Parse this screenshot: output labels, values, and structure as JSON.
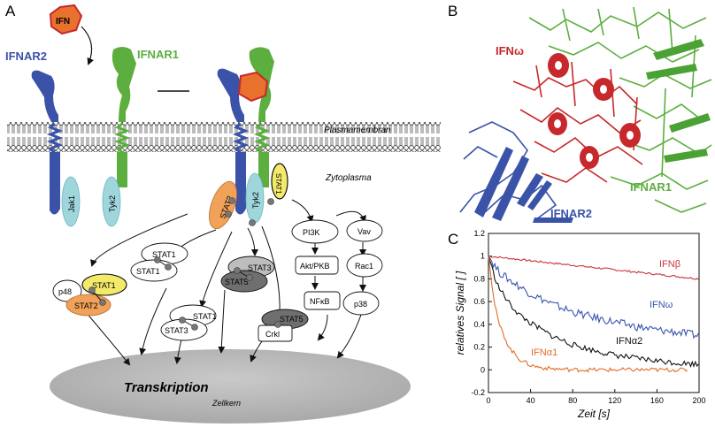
{
  "panel_a": {
    "letter": "A",
    "ifn": "IFN",
    "ifnar2": "IFNAR2",
    "ifnar1": "IFNAR1",
    "membrane": "Plasmamembran",
    "cytoplasm": "Zytoplasma",
    "jak1": "Jak1",
    "tyk2_left": "Tyk2",
    "tyk2_right": "Tyk2",
    "stat2_bound": "STAT2",
    "stat1_bound": "STAT1",
    "complex_isgf3": {
      "p48": "p48",
      "stat1": "STAT1",
      "stat2": "STAT2"
    },
    "complex_stat11": {
      "top": "STAT1",
      "bottom": "STAT1"
    },
    "complex_stat35": {
      "top": "STAT3",
      "bottom": "STAT5"
    },
    "complex_stat13": {
      "top": "STAT1",
      "bottom": "STAT3"
    },
    "complex_crkl": {
      "stat5": "STAT5",
      "crkl": "Crkl"
    },
    "pi3k": "PI3K",
    "akt": "Akt/PKB",
    "nfkb": "NFκB",
    "vav": "Vav",
    "rac1": "Rac1",
    "p38": "p38",
    "transkription": "Transkription",
    "zellkern": "Zellkern",
    "colors": {
      "ifnar2": "#3a52a8",
      "ifnar1": "#5cae3e",
      "ifn": "#e8712e",
      "jak": "#9fd6dc",
      "stat2": "#f0a15a",
      "stat1_yellow": "#f4ea6a",
      "nucleus": "#bdbdbd"
    }
  },
  "panel_b": {
    "letter": "B",
    "ifn_omega": "IFNω",
    "ifnar1": "IFNAR1",
    "ifnar2": "IFNAR2"
  },
  "panel_c": {
    "letter": "C",
    "chart_data": {
      "type": "line",
      "xlabel": "Zeit [s]",
      "ylabel": "relatives Signal [ ]",
      "xlim": [
        0,
        200
      ],
      "ylim": [
        -0.2,
        1.2
      ],
      "xticks": [
        0,
        40,
        80,
        120,
        160,
        200
      ],
      "yticks": [
        -0.2,
        0,
        0.2,
        0.4,
        0.6,
        0.8,
        1,
        1.2
      ],
      "series": [
        {
          "name": "IFNβ",
          "color": "#c8343a",
          "x": [
            0,
            20,
            40,
            60,
            80,
            100,
            120,
            140,
            160,
            180,
            200
          ],
          "y": [
            1.0,
            0.98,
            0.96,
            0.94,
            0.92,
            0.9,
            0.88,
            0.86,
            0.84,
            0.82,
            0.8
          ]
        },
        {
          "name": "IFNω",
          "color": "#3a55b0",
          "x": [
            0,
            5,
            10,
            20,
            30,
            40,
            60,
            80,
            100,
            120,
            140,
            160,
            180,
            200
          ],
          "y": [
            1.0,
            0.93,
            0.86,
            0.79,
            0.73,
            0.67,
            0.58,
            0.51,
            0.46,
            0.42,
            0.38,
            0.35,
            0.33,
            0.3
          ]
        },
        {
          "name": "IFNα2",
          "color": "#111111",
          "x": [
            0,
            5,
            10,
            20,
            30,
            40,
            60,
            80,
            100,
            120,
            140,
            160,
            180,
            200
          ],
          "y": [
            1.0,
            0.84,
            0.72,
            0.58,
            0.48,
            0.41,
            0.3,
            0.22,
            0.17,
            0.13,
            0.1,
            0.08,
            0.06,
            0.05
          ]
        },
        {
          "name": "IFNα1",
          "color": "#e06d25",
          "x": [
            0,
            5,
            10,
            20,
            30,
            40,
            50,
            60,
            80,
            100,
            120,
            140,
            160,
            180,
            190
          ],
          "y": [
            1.0,
            0.62,
            0.4,
            0.19,
            0.09,
            0.04,
            0.02,
            0.01,
            0.0,
            0.0,
            0.0,
            0.0,
            0.0,
            0.0,
            0.0
          ]
        }
      ]
    }
  }
}
